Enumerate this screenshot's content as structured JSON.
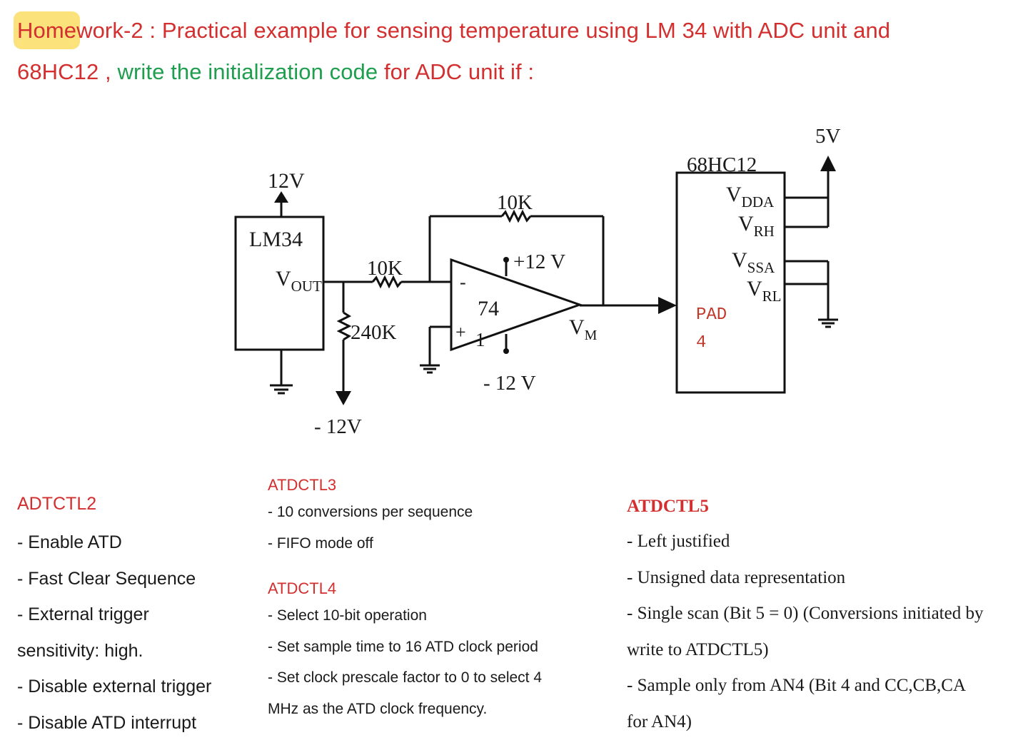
{
  "title": {
    "highlight": "Home",
    "part1": "work-2 : Practical example for sensing temperature using LM 34 with ADC unit and",
    "part2_red": "68HC12 , ",
    "part2_green": "write the initialization code",
    "part2_end": " for ADC unit if :"
  },
  "circuit": {
    "lm34_label": "LM34",
    "vout_main": "V",
    "vout_sub": "OUT",
    "supply_12v": "12V",
    "r_in": "10K",
    "r_feedback": "10K",
    "r_pulldown": "240K",
    "neg_supply_left": "- 12V",
    "opamp_pos_supply": "+12 V",
    "opamp_neg_supply": "- 12 V",
    "opamp_label": "74",
    "opamp_minus": "-",
    "opamp_plus": "+",
    "opamp_one": "1",
    "vm_main": "V",
    "vm_sub": "M",
    "mcu_label": "68HC12",
    "vdda_main": "V",
    "vdda_sub": "DDA",
    "vrh_main": "V",
    "vrh_sub": "RH",
    "vssa_main": "V",
    "vssa_sub": "SSA",
    "vrl_main": "V",
    "vrl_sub": "RL",
    "supply_5v": "5V",
    "pad_label": "PAD",
    "pad_num": "4"
  },
  "atdctl2": {
    "heading": "ADTCTL2",
    "items": [
      "-   Enable ATD",
      "-   Fast Clear Sequence",
      "-   External trigger",
      "sensitivity: high.",
      "- Disable external trigger",
      "- Disable ATD interrupt"
    ]
  },
  "atdctl3": {
    "heading": "ATDCTL3",
    "items": [
      "- 10 conversions per sequence",
      "- FIFO mode off"
    ]
  },
  "atdctl4": {
    "heading": "ATDCTL4",
    "items": [
      "- Select 10-bit operation",
      "- Set sample time to 16 ATD clock period",
      "- Set clock prescale factor to 0 to select 4",
      "MHz as the ATD clock frequency."
    ]
  },
  "atdctl5": {
    "heading": "ATDCTL5",
    "items": [
      "- Left justified",
      "- Unsigned data representation",
      "- Single scan (Bit 5 = 0) (Conversions initiated by",
      "write to ATDCTL5)",
      "- Sample only from AN4 (Bit 4 and CC,CB,CA",
      "for AN4)"
    ]
  },
  "colors": {
    "heading_red": "#d32f2f",
    "green": "#1e9e4e",
    "highlight": "#fbe27a",
    "pad_text": "#c0392b"
  }
}
